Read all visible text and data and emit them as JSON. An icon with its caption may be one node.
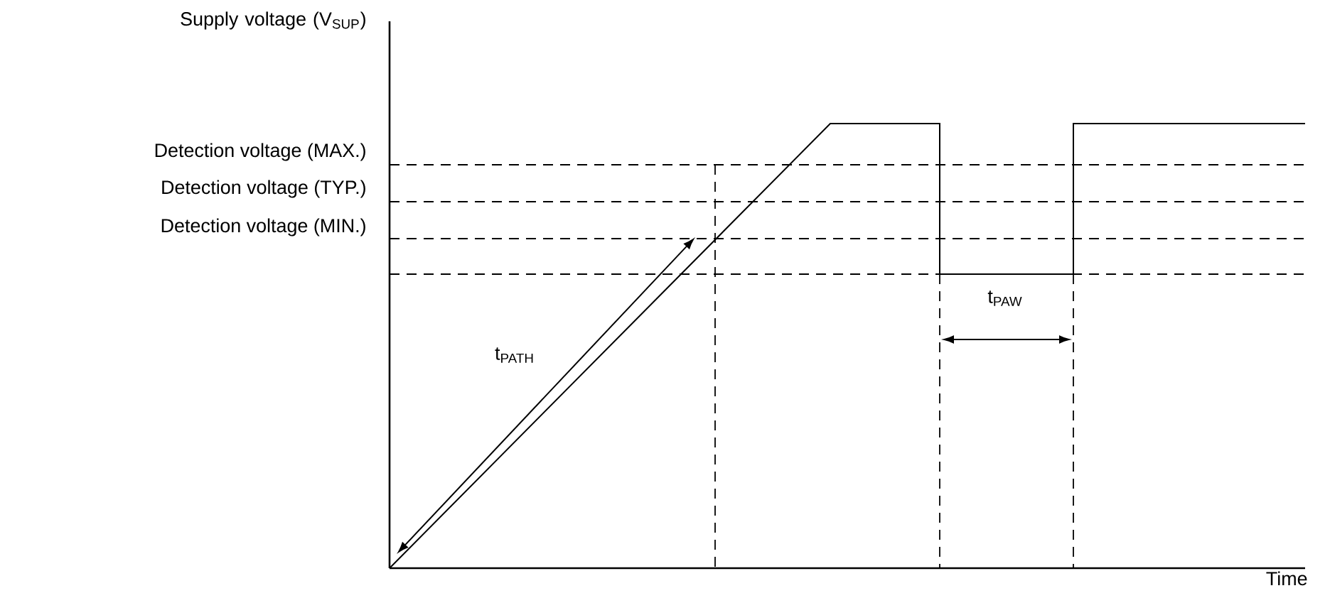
{
  "diagram": {
    "labels": [
      "Supply voltage (V$_{SUP}$)",
      "Detection voltage (MAX.)",
      "Detection voltage (TYP.)",
      "Detection voltage (MIN.)",
      "t$_{PATH}$",
      "t$_{PAW}$",
      "Time"
    ]
  }
}
